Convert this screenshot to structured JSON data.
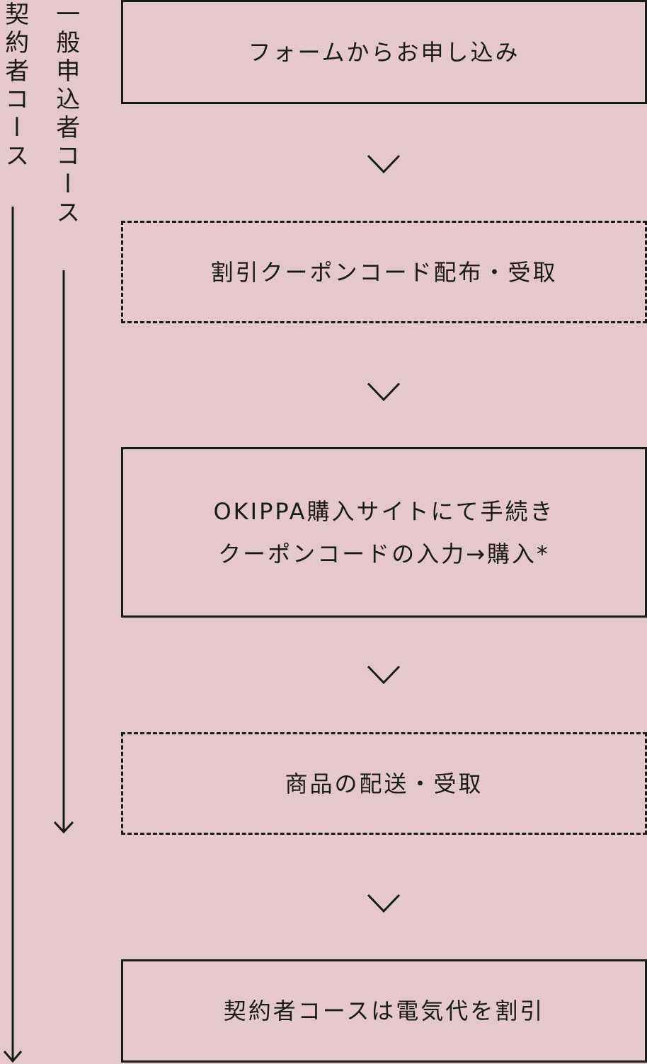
{
  "courses": {
    "contract": "契約者コース",
    "general": "一般申込者コース"
  },
  "steps": [
    {
      "lines": [
        "フォームからお申し込み"
      ],
      "style": "solid"
    },
    {
      "lines": [
        "割引クーポンコード配布・受取"
      ],
      "style": "dashed"
    },
    {
      "lines": [
        "OKIPPA購入サイトにて手続き",
        "クーポンコードの入力→購入*"
      ],
      "style": "solid"
    },
    {
      "lines": [
        "商品の配送・受取"
      ],
      "style": "dashed"
    },
    {
      "lines": [
        "契約者コースは電気代を割引"
      ],
      "style": "solid"
    }
  ],
  "colors": {
    "background": "#e4c8cb",
    "ink": "#1a1a1a"
  }
}
